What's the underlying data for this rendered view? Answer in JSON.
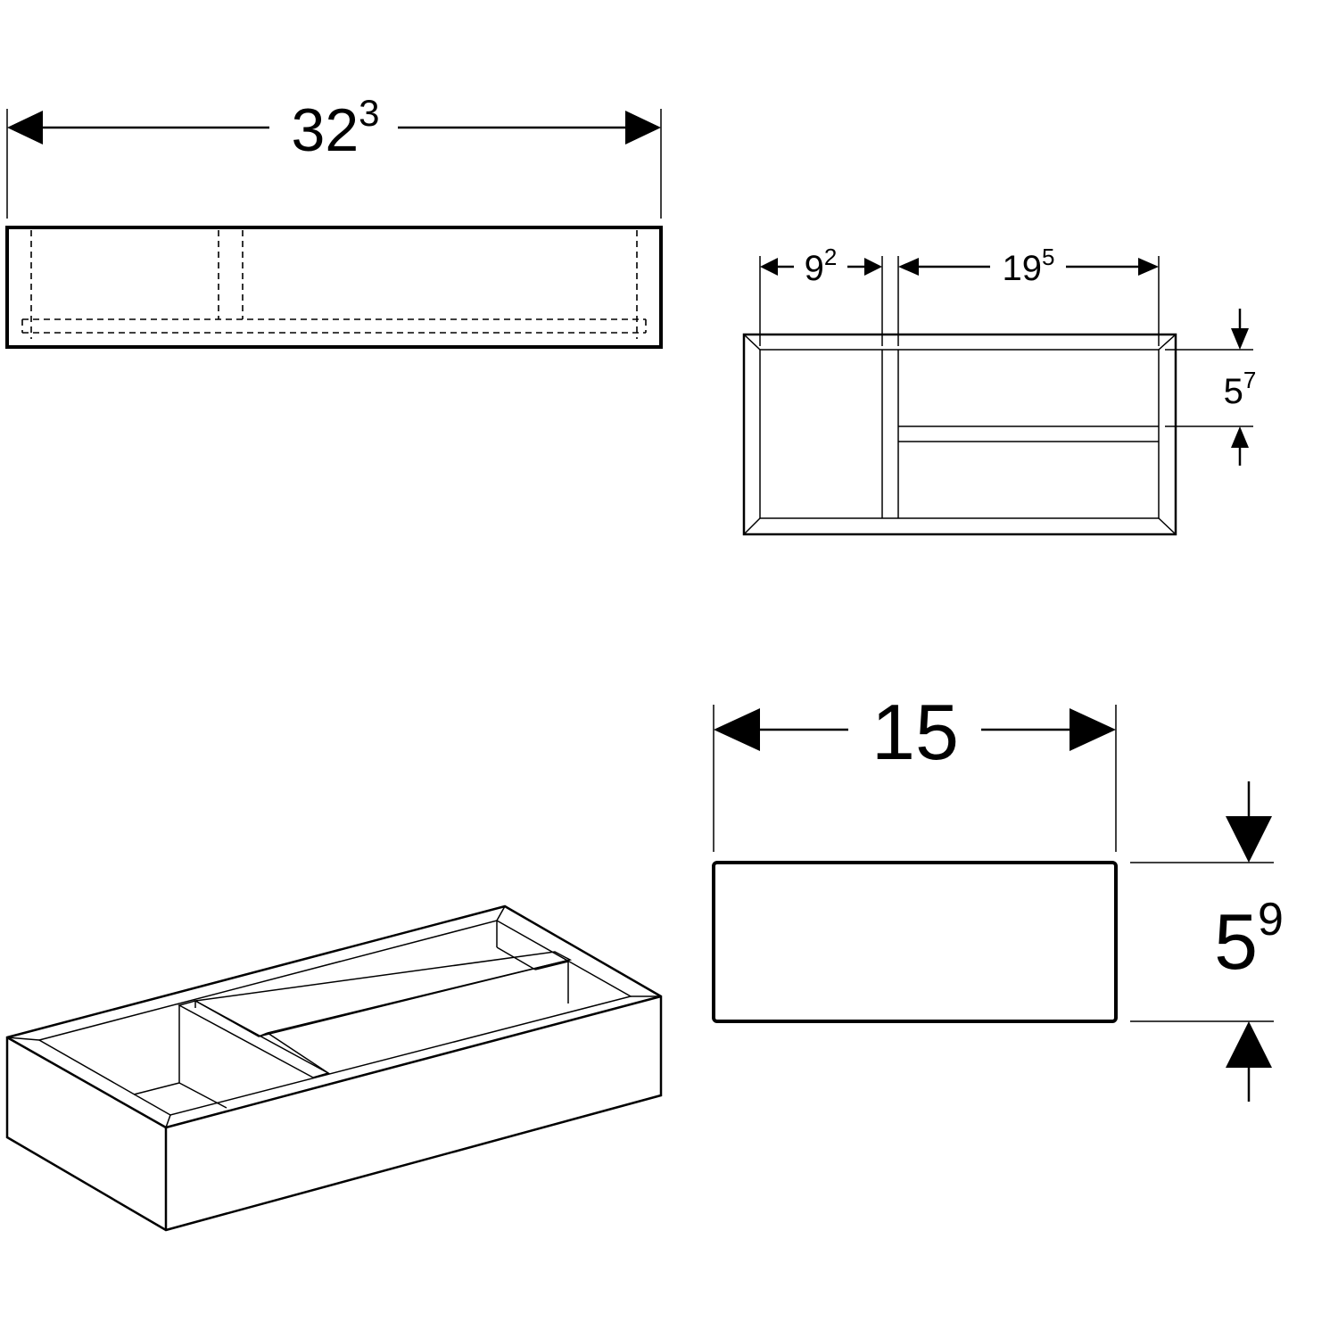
{
  "dimensions": {
    "top_width": {
      "main": "32",
      "sup": "3"
    },
    "left_comp": {
      "main": "9",
      "sup": "2"
    },
    "right_comp": {
      "main": "19",
      "sup": "5"
    },
    "comp_depth": {
      "main": "5",
      "sup": "7"
    },
    "side_width": {
      "main": "15",
      "sup": ""
    },
    "side_height": {
      "main": "5",
      "sup": "9"
    }
  },
  "colors": {
    "line": "#000000",
    "background": "#ffffff"
  }
}
